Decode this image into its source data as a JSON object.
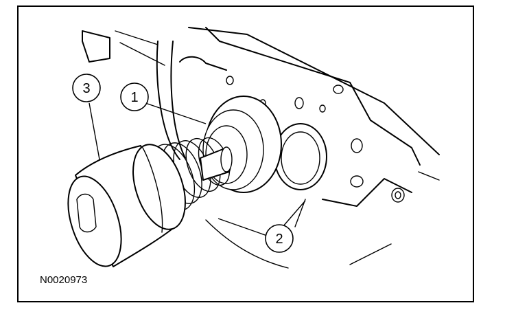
{
  "figure": {
    "figure_id": "N0020973",
    "callouts": [
      {
        "label": "1"
      },
      {
        "label": "2"
      },
      {
        "label": "3"
      }
    ]
  }
}
